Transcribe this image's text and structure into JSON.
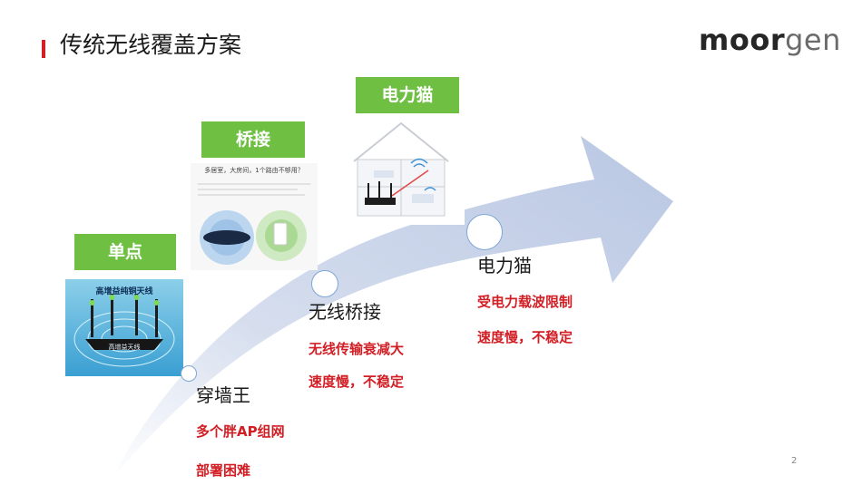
{
  "title": "传统无线覆盖方案",
  "logo": {
    "part1": "moor",
    "part2": "gen"
  },
  "colors": {
    "accent_red": "#d21e25",
    "badge_green": "#6fbf43",
    "arrow_blue": "#c3cfe6"
  },
  "stages": [
    {
      "badge": "单点",
      "name": "穿墙王",
      "notes": [
        "多个胖AP组网",
        "部署困难"
      ],
      "photo_text": [
        "高增益纯铜天线",
        "高增益天线"
      ]
    },
    {
      "badge": "桥接",
      "name": "无线桥接",
      "notes": [
        "无线传输衰减大",
        "速度慢，不稳定"
      ],
      "photo_text": [
        "多居室，大房间，1个路由不够用？"
      ]
    },
    {
      "badge": "电力猫",
      "name": "电力猫",
      "notes": [
        "受电力载波限制",
        "速度慢，不稳定"
      ]
    }
  ],
  "page_number": "2"
}
